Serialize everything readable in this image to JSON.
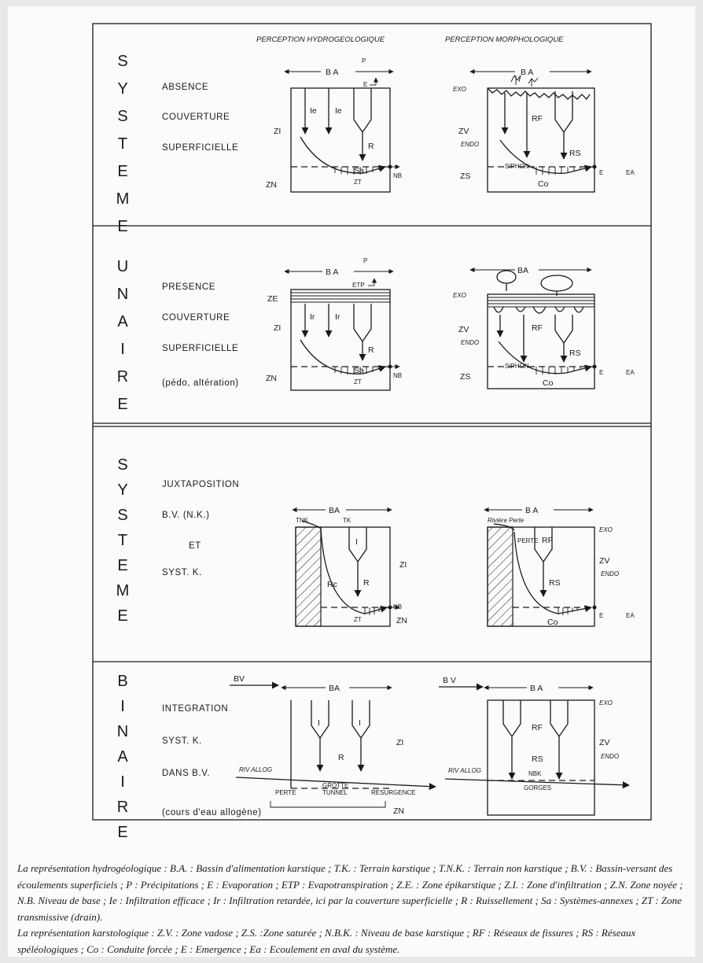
{
  "headers": {
    "hydro": "PERCEPTION HYDROGEOLOGIQUE",
    "morpho": "PERCEPTION MORPHOLOGIQUE"
  },
  "sections": [
    {
      "vertical_word": "SYSTEME",
      "labels": [
        "ABSENCE",
        "COUVERTURE",
        "SUPERFICIELLE"
      ]
    },
    {
      "vertical_word": "UNAIRE",
      "labels": [
        "PRESENCE",
        "COUVERTURE",
        "SUPERFICIELLE",
        "(pédo, altération)"
      ]
    },
    {
      "vertical_word": "SYSTEME",
      "labels": [
        "JUXTAPOSITION",
        "B.V. (N.K.)",
        "ET",
        "SYST. K."
      ]
    },
    {
      "vertical_word": "BINAIRE",
      "labels": [
        "INTEGRATION",
        "SYST. K.",
        "DANS B.V.",
        "(cours d'eau allogène)"
      ]
    }
  ],
  "diagram_labels": {
    "BA": "B A",
    "BA2": "BA",
    "P": "P",
    "E": "E",
    "ETP": "ETP",
    "Ie": "Ie",
    "Ir": "Ir",
    "I": "I",
    "R": "R",
    "Rc": "Rc",
    "Sa": "Sa",
    "ZT": "ZT",
    "NB": "NB",
    "ZI": "ZI",
    "ZN": "ZN",
    "ZE": "ZE",
    "EXO": "EXO",
    "ENDO": "ENDO",
    "ZV": "ZV",
    "ZS": "ZS",
    "RF": "RF",
    "RS": "RS",
    "SIPHON": "SIPHON",
    "Co": "Co",
    "EA": "EA",
    "TNK": "TNK",
    "TK": "TK",
    "riviere_perte": "Rivière Perte",
    "PERTE": "PERTE",
    "BV": "BV",
    "BV2": "B V",
    "riv_allog": "RIV ALLOG",
    "grotte": "GROTTE",
    "tunnel": "TUNNEL",
    "resurgence": "RESURGENCE",
    "NBK": "NBK",
    "gorges": "GORGES"
  },
  "caption": [
    "La représentation hydrogéologique : B.A. : Bassin d'alimentation karstique ; T.K. : Terrain karstique ; T.N.K. : Terrain non karstique ; B.V. : Bassin-versant des écoulements superficiels ; P : Précipitations ; E : Evaporation ; ETP : Evapotranspiration ; Z.E. : Zone épikarstique ; Z.I. : Zone d'infiltration ; Z.N. Zone noyée ; N.B. Niveau de base ; Ie : Infiltration efficace ; Ir : Infiltration retardée, ici par la couverture superficielle ; R : Ruissellement ; Sa : Systèmes-annexes ; ZT : Zone transmissive (drain).",
    "La représentation karstologique : Z.V. : Zone vadose ; Z.S. :Zone saturée ; N.B.K. : Niveau de base karstique ; RF : Réseaux de fissures ; RS : Réseaux spéléologiques ; Co : Conduite forcée ; E : Emergence ; Ea : Ecoulement en aval du système."
  ]
}
